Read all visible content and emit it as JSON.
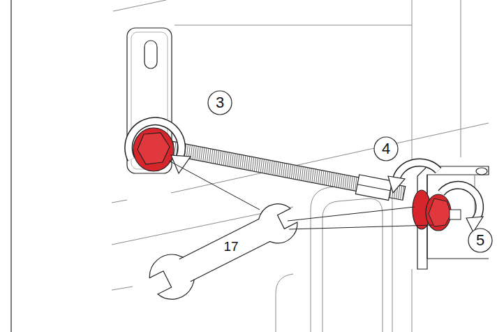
{
  "diagram": {
    "labels": [
      "3",
      "4",
      "5",
      "17"
    ]
  }
}
